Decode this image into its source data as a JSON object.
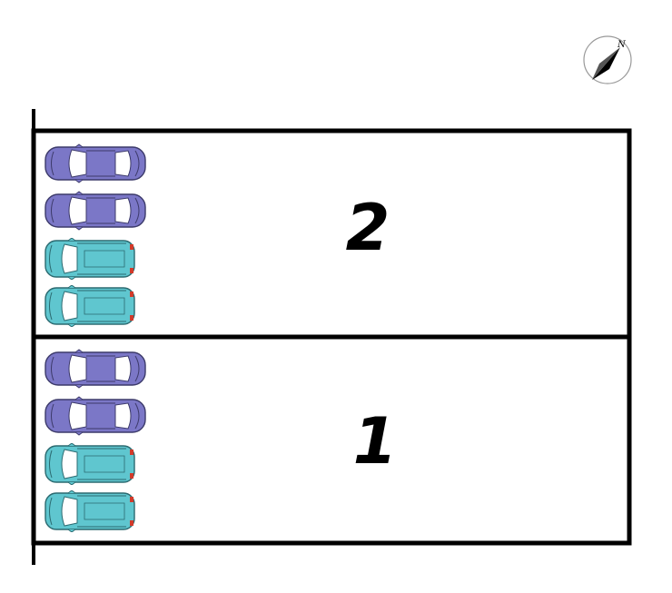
{
  "compass": {
    "label": "N",
    "icon": "north-arrow-icon"
  },
  "lots": [
    {
      "number": "2"
    },
    {
      "number": "1"
    }
  ],
  "car_rows": [
    [
      "sedan",
      "sedan",
      "compact",
      "compact"
    ],
    [
      "sedan",
      "sedan",
      "compact",
      "compact"
    ]
  ],
  "colors": {
    "lines": "#000000",
    "sedan": "#7b77c7",
    "compact": "#5fc6cf",
    "window": "#ffffff",
    "taillight": "#d23a2a"
  }
}
